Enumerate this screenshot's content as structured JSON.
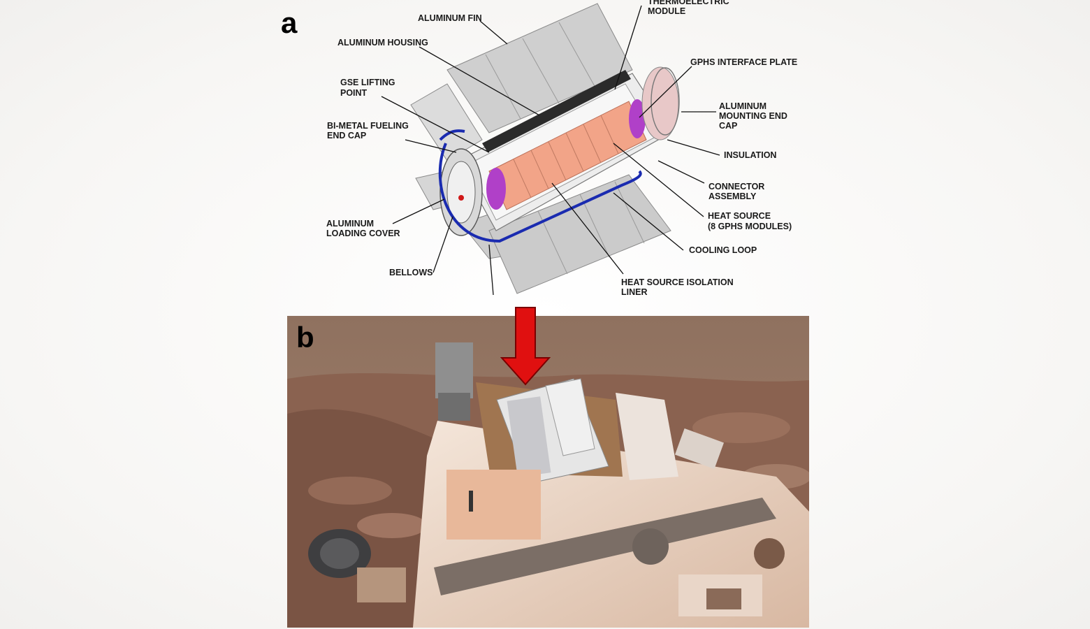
{
  "panels": {
    "a": {
      "letter": "a"
    },
    "b": {
      "letter": "b"
    }
  },
  "labels": {
    "thermoelectric_module": [
      "THERMOELECTRIC",
      "MODULE"
    ],
    "aluminum_fin": [
      "ALUMINUM FIN"
    ],
    "aluminum_housing": [
      "ALUMINUM HOUSING"
    ],
    "gphs_interface_plate": [
      "GPHS INTERFACE PLATE"
    ],
    "gse_lifting_point": [
      "GSE LIFTING",
      "POINT"
    ],
    "aluminum_mounting_end_cap": [
      "ALUMINUM",
      "MOUNTING END",
      "CAP"
    ],
    "bi_metal_fueling_end_cap": [
      "BI-METAL FUELING",
      "END CAP"
    ],
    "insulation": [
      "INSULATION"
    ],
    "connector_assembly": [
      "CONNECTOR",
      "ASSEMBLY"
    ],
    "heat_source": [
      "HEAT SOURCE",
      "(8 GPHS MODULES)"
    ],
    "aluminum_loading_cover": [
      "ALUMINUM",
      "LOADING COVER"
    ],
    "cooling_loop": [
      "COOLING LOOP"
    ],
    "bellows": [
      "BELLOWS"
    ],
    "heat_source_isolation_liner": [
      "HEAT SOURCE ISOLATION",
      "LINER"
    ]
  },
  "colors": {
    "fin": "#c9c9c9",
    "housing": "#e4e4e4",
    "heat_source": "#f2a488",
    "heat_source_end": "#b040c8",
    "cooling_loop": "#1a2bb0",
    "thermoelectric": "#2b2b2b",
    "arrow": "#e01010",
    "mars_sky": "#9b7a66",
    "mars_ground": "#8a6250"
  }
}
